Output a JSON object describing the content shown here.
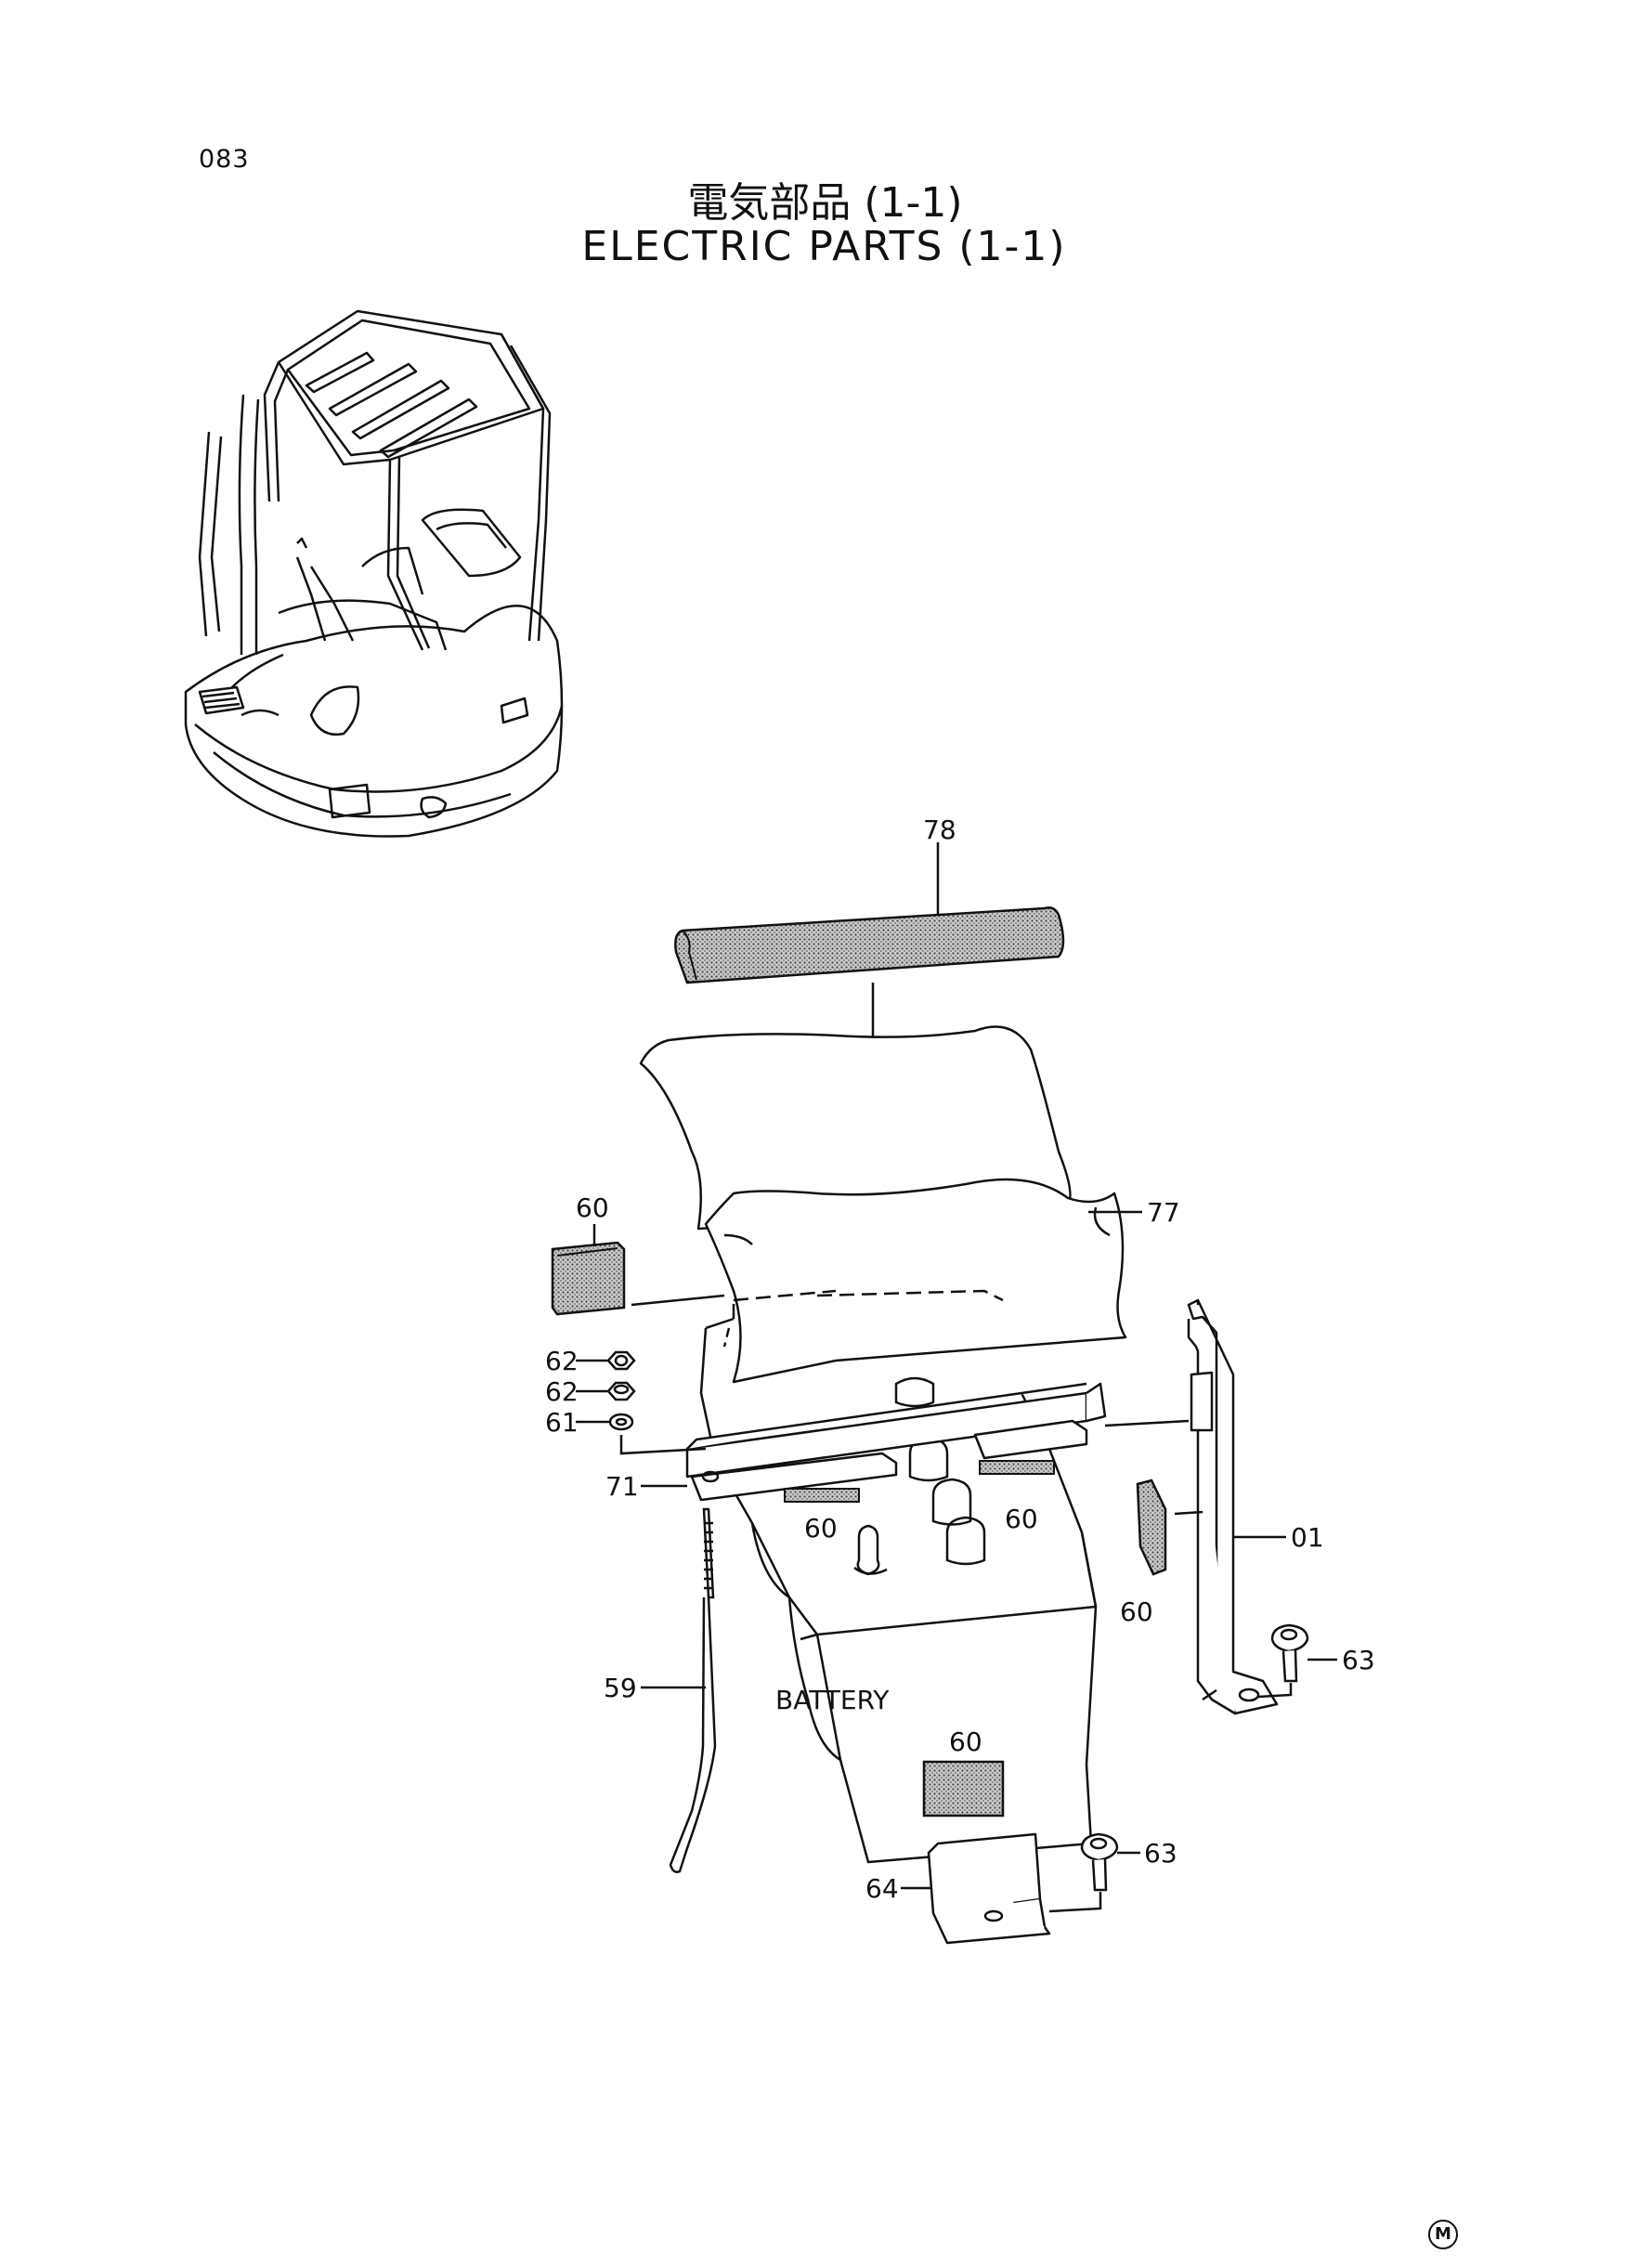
{
  "page_number": "083",
  "title_jp": "電気部品 (1-1)",
  "title_en": "ELECTRIC PARTS (1-1)",
  "mark": "M",
  "battery_label": "BATTERY",
  "callouts": {
    "c78": "78",
    "c77": "77",
    "c60_top": "60",
    "c62_a": "62",
    "c62_b": "62",
    "c61": "61",
    "c71": "71",
    "c60_left": "60",
    "c60_mid": "60",
    "c60_right": "60",
    "c01": "01",
    "c63_top": "63",
    "c59": "59",
    "c60_front": "60",
    "c63_bottom": "63",
    "c64": "64"
  }
}
